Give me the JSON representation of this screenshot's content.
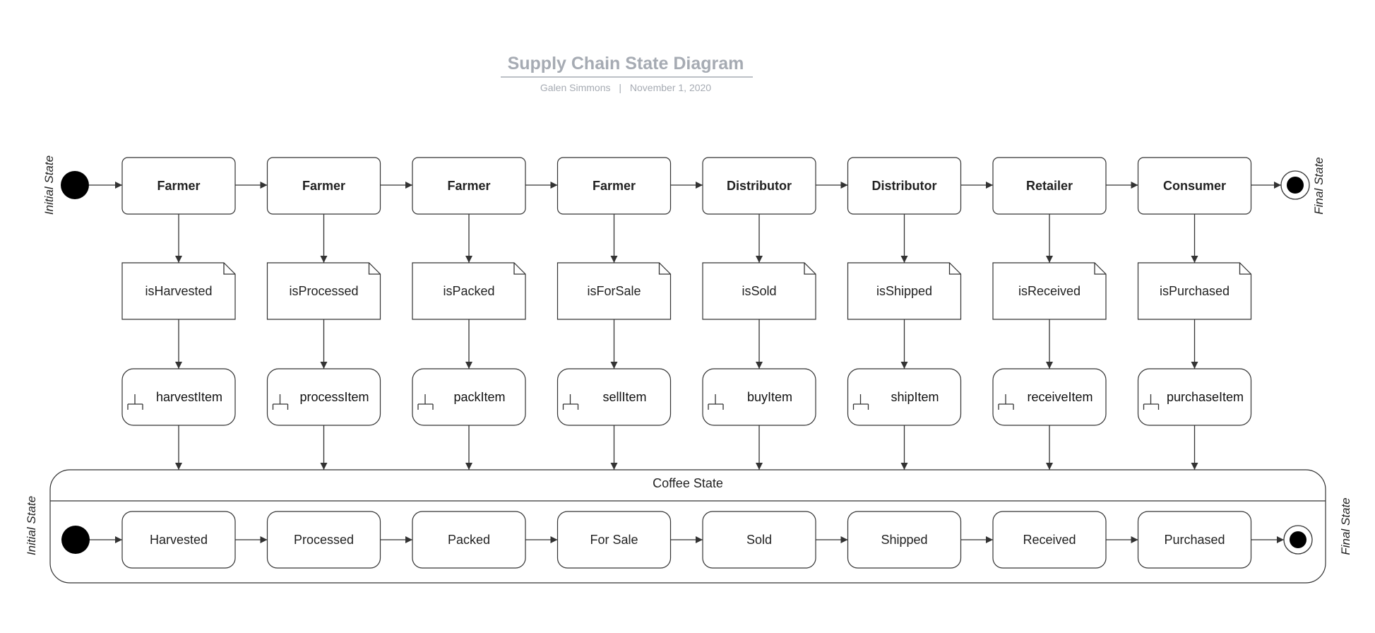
{
  "header": {
    "title": "Supply Chain State Diagram",
    "author": "Galen Simmons",
    "separator": "|",
    "date": "November 1, 2020"
  },
  "top_row": {
    "initial_label": "Initial State",
    "final_label": "Final State",
    "stages": [
      {
        "actor": "Farmer",
        "condition": "isHarvested",
        "function": "harvestItem"
      },
      {
        "actor": "Farmer",
        "condition": "isProcessed",
        "function": "processItem"
      },
      {
        "actor": "Farmer",
        "condition": "isPacked",
        "function": "packItem"
      },
      {
        "actor": "Farmer",
        "condition": "isForSale",
        "function": "sellItem"
      },
      {
        "actor": "Distributor",
        "condition": "isSold",
        "function": "buyItem"
      },
      {
        "actor": "Distributor",
        "condition": "isShipped",
        "function": "shipItem"
      },
      {
        "actor": "Retailer",
        "condition": "isReceived",
        "function": "receiveItem"
      },
      {
        "actor": "Consumer",
        "condition": "isPurchased",
        "function": "purchaseItem"
      }
    ]
  },
  "composite": {
    "title": "Coffee State",
    "initial_label": "Initial State",
    "final_label": "Final State",
    "states": [
      "Harvested",
      "Processed",
      "Packed",
      "For Sale",
      "Sold",
      "Shipped",
      "Received",
      "Purchased"
    ]
  }
}
